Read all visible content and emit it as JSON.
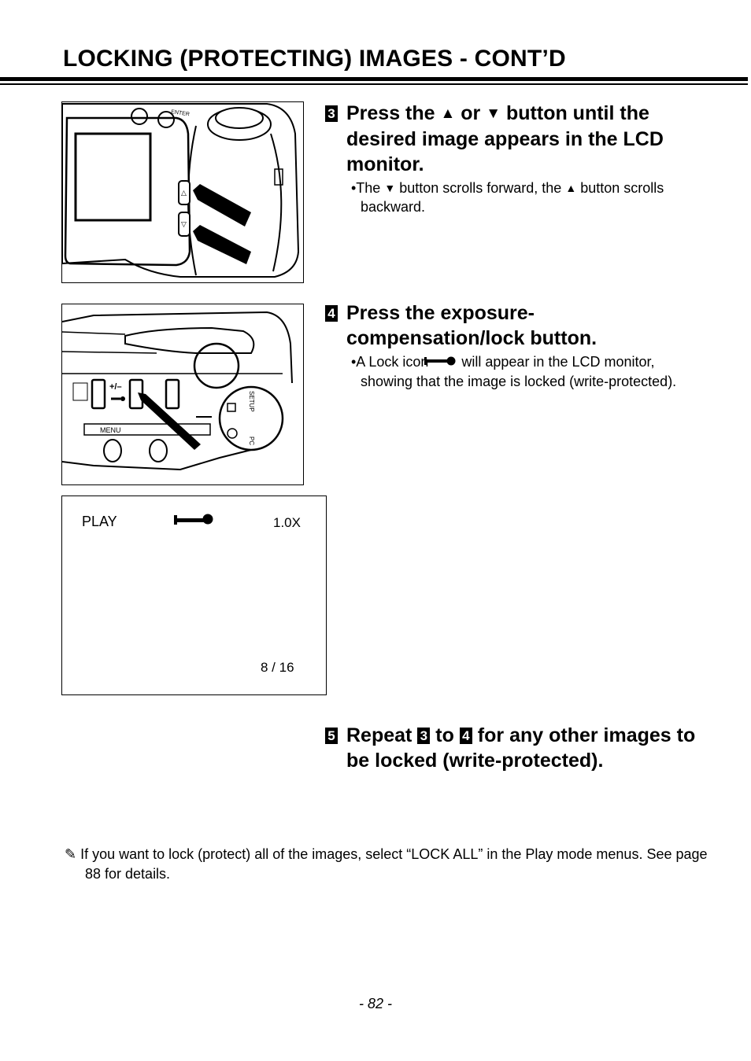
{
  "title": "LOCKING (PROTECTING) IMAGES - CONT’D",
  "figure1": {
    "label_enter": "ENTER"
  },
  "figure2": {
    "label_menu": "MENU",
    "label_setup": "SETUP",
    "label_pc": "PC"
  },
  "step3": {
    "number": "3",
    "heading_part1": "Press the",
    "heading_up_symbol": "▲",
    "heading_or": "or",
    "heading_down_symbol": "▼",
    "heading_part2": "button until the desired image appears in the LCD monitor.",
    "bullet_part1": "•The",
    "bullet_down_symbol": "▼",
    "bullet_part2": "button scrolls forward, the",
    "bullet_up_symbol": "▲",
    "bullet_part3": "button scrolls backward."
  },
  "step4": {
    "number": "4",
    "heading": "Press the exposure-compensation/lock button.",
    "bullet_part1": "•A Lock icon",
    "bullet_part2": "will appear in the LCD monitor, showing that the image is locked (write-protected)."
  },
  "lcd": {
    "mode": "PLAY",
    "zoom": "1.0X",
    "frame_count": "8 / 16"
  },
  "step5": {
    "number": "5",
    "heading_repeat": "Repeat",
    "ref_a": "3",
    "heading_to": "to",
    "ref_b": "4",
    "heading_rest": "for any other images to be locked (write-protected)."
  },
  "note": {
    "icon": "pencil-icon",
    "text": "If you want to lock (protect) all of the images, select “LOCK ALL” in the Play mode menus. See page 88 for details."
  },
  "page_number": "- 82 -"
}
